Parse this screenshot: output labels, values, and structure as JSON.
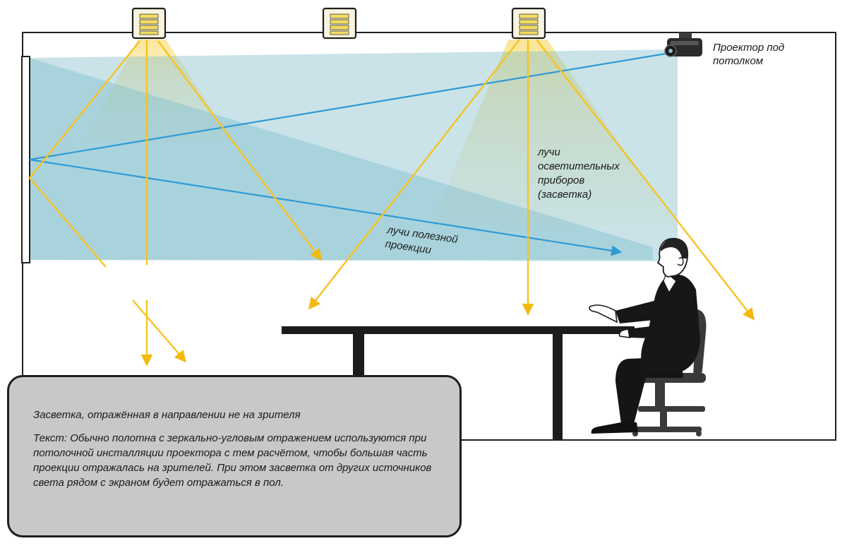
{
  "labels": {
    "projector": [
      "Проектор под",
      "потолком"
    ],
    "light_rays": [
      "лучи",
      "осветительных",
      "приборов",
      "(засветка)"
    ],
    "useful_rays": [
      "лучи полезной",
      "проекции"
    ]
  },
  "caption": {
    "title": "Засветка, отражённая в направлении не на зрителя",
    "text": "Текст: Обычно полотна с зеркально-угловым отражением используются при потолочной инсталляции проектора с тем расчётом, чтобы большая часть проекции отражалась на зрителей. При этом засветка от других источников света рядом с экраном будет отражаться в пол."
  },
  "icons": [
    "ceiling-lamp-icon",
    "projector-icon",
    "seated-viewer-icon",
    "chair-icon"
  ],
  "colors": {
    "light_ray": "#f7c31f",
    "projection_ray": "#2e9ad6",
    "projection_beam": "#8dc3d1",
    "light_glow": "#fbefb8",
    "caption_bg": "#c8c8c9"
  }
}
